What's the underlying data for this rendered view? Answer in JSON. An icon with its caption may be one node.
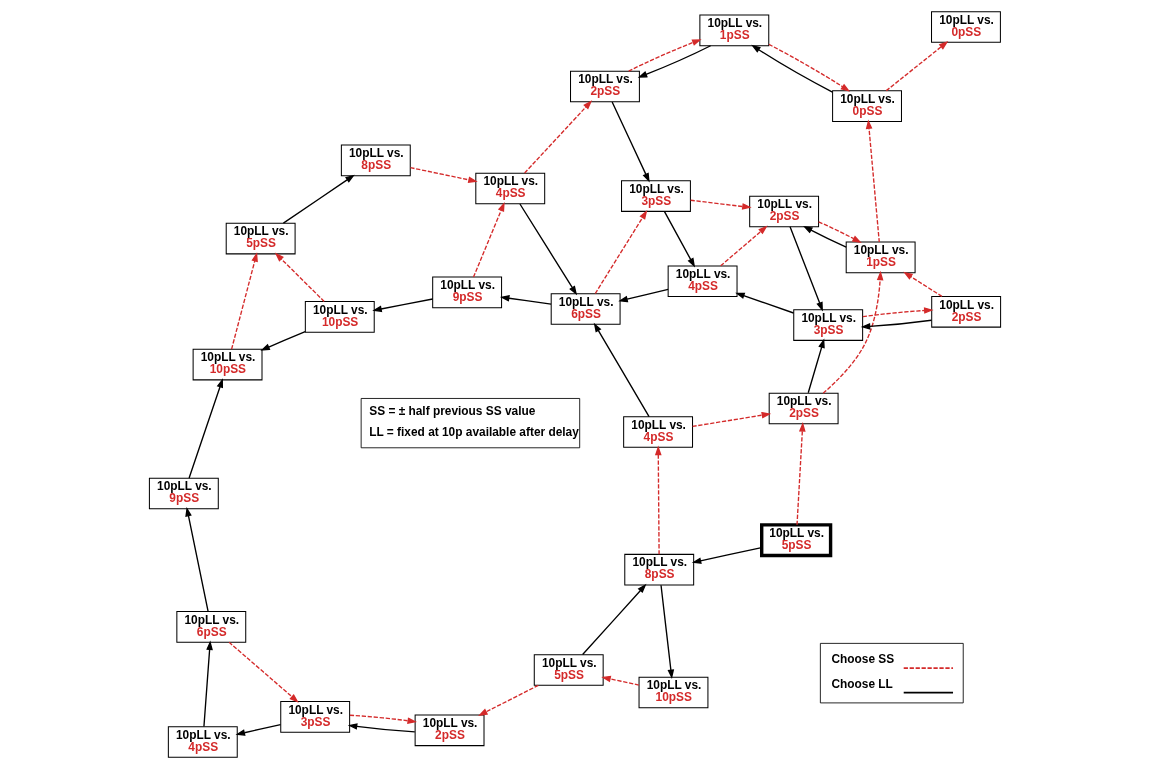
{
  "diagram": {
    "nodes": [
      {
        "text": [
          "10pLL vs.",
          "5pSS"
        ]
      },
      {
        "text": [
          "10pLL vs.",
          "8pSS"
        ]
      },
      {
        "text": [
          "10pLL vs.",
          "10pSS"
        ]
      },
      {
        "text": [
          "10pLL vs.",
          "5pSS"
        ]
      },
      {
        "text": [
          "10pLL vs.",
          "4pSS"
        ]
      },
      {
        "text": [
          "10pLL vs.",
          "2pSS"
        ]
      },
      {
        "text": [
          "10pLL vs.",
          "3pSS"
        ]
      },
      {
        "text": [
          "10pLL vs.",
          "4pSS"
        ]
      },
      {
        "text": [
          "10pLL vs.",
          "6pSS"
        ]
      },
      {
        "text": [
          "10pLL vs.",
          "9pSS"
        ]
      },
      {
        "text": [
          "10pLL vs.",
          "10pSS"
        ]
      },
      {
        "text": [
          "10pLL vs.",
          "10pSS"
        ]
      },
      {
        "text": [
          "10pLL vs.",
          "9pSS"
        ]
      },
      {
        "text": [
          "10pLL vs.",
          "6pSS"
        ]
      },
      {
        "text": [
          "10pLL vs.",
          "4pSS"
        ]
      },
      {
        "text": [
          "10pLL vs.",
          "3pSS"
        ]
      },
      {
        "text": [
          "10pLL vs.",
          "2pSS"
        ]
      },
      {
        "text": [
          "10pLL vs.",
          "5pSS"
        ]
      },
      {
        "text": [
          "10pLL vs.",
          "4pSS"
        ]
      },
      {
        "text": [
          "10pLL vs.",
          "3pSS"
        ]
      },
      {
        "text": [
          "10pLL vs.",
          "2pSS"
        ]
      },
      {
        "text": [
          "10pLL vs.",
          "2pSS"
        ]
      },
      {
        "text": [
          "10pLL vs.",
          "1pSS"
        ]
      },
      {
        "text": [
          "10pLL vs.",
          "8pSS"
        ]
      },
      {
        "text": [
          "10pLL vs.",
          "2pSS"
        ]
      },
      {
        "text": [
          "10pLL vs.",
          "0pSS"
        ]
      },
      {
        "text": [
          "10pLL vs.",
          "1pSS"
        ]
      },
      {
        "text": [
          "10pLL vs.",
          "0pSS"
        ]
      }
    ],
    "edges": [
      {
        "from": 0,
        "to": 1,
        "arrow": "to"
      },
      {
        "from": 0,
        "to": 16,
        "arrow": "to",
        "style": "dashed",
        "color": "#d42a2a"
      },
      {
        "from": 1,
        "to": 2,
        "arrow": "to"
      },
      {
        "from": 1,
        "to": 4,
        "arrow": "to",
        "style": "dashed",
        "color": "#d42a2a"
      },
      {
        "from": 2,
        "to": 3,
        "arrow": "to",
        "style": "dashed",
        "color": "#d42a2a"
      },
      {
        "from": 3,
        "to": 1,
        "arrow": "to"
      },
      {
        "from": 3,
        "to": 5,
        "arrow": "to",
        "style": "dashed",
        "color": "#d42a2a"
      },
      {
        "from": 4,
        "to": 13,
        "arrow": "to"
      },
      {
        "from": 4,
        "to": 16,
        "arrow": "to",
        "style": "dashed",
        "color": "#d42a2a"
      },
      {
        "from": 5,
        "to": 6,
        "arrow": "to"
      },
      {
        "from": 6,
        "to": 5,
        "arrow": "to",
        "style": "dashed",
        "color": "#d42a2a"
      },
      {
        "from": 6,
        "to": 7,
        "arrow": "to"
      },
      {
        "from": 7,
        "to": 8,
        "arrow": "to"
      },
      {
        "from": 8,
        "to": 6,
        "arrow": "to",
        "style": "dashed",
        "color": "#d42a2a"
      },
      {
        "from": 8,
        "to": 9,
        "arrow": "to"
      },
      {
        "from": 9,
        "to": 10,
        "arrow": "to"
      },
      {
        "from": 10,
        "to": 17,
        "arrow": "to",
        "style": "dashed",
        "color": "#d42a2a"
      },
      {
        "from": 11,
        "to": 10,
        "arrow": "to"
      },
      {
        "from": 11,
        "to": 17,
        "arrow": "to",
        "style": "dashed",
        "color": "#d42a2a"
      },
      {
        "from": 12,
        "to": 11,
        "arrow": "to"
      },
      {
        "from": 12,
        "to": 18,
        "arrow": "to",
        "style": "dashed",
        "color": "#d42a2a"
      },
      {
        "from": 13,
        "to": 12,
        "arrow": "to"
      },
      {
        "from": 13,
        "to": 19,
        "arrow": "to",
        "style": "dashed",
        "color": "#d42a2a"
      },
      {
        "from": 14,
        "to": 13,
        "arrow": "to"
      },
      {
        "from": 14,
        "to": 20,
        "arrow": "to",
        "style": "dashed",
        "color": "#d42a2a"
      },
      {
        "from": 15,
        "to": 14,
        "arrow": "to"
      },
      {
        "from": 15,
        "to": 21,
        "arrow": "to",
        "style": "dashed",
        "color": "#d42a2a"
      },
      {
        "from": 16,
        "to": 15,
        "arrow": "to"
      },
      {
        "from": 16,
        "to": 22,
        "arrow": "to",
        "style": "dashed",
        "color": "#d42a2a"
      },
      {
        "from": 17,
        "to": 23,
        "arrow": "to"
      },
      {
        "from": 23,
        "to": 18,
        "arrow": "to",
        "style": "dashed",
        "color": "#d42a2a"
      },
      {
        "from": 18,
        "to": 13,
        "arrow": "to"
      },
      {
        "from": 18,
        "to": 24,
        "arrow": "to",
        "style": "dashed",
        "color": "#d42a2a"
      },
      {
        "from": 19,
        "to": 14,
        "arrow": "to"
      },
      {
        "from": 19,
        "to": 20,
        "arrow": "to",
        "style": "dashed",
        "color": "#d42a2a"
      },
      {
        "from": 20,
        "to": 15,
        "arrow": "to"
      },
      {
        "from": 20,
        "to": 22,
        "arrow": "to",
        "style": "dashed",
        "color": "#d42a2a"
      },
      {
        "from": 21,
        "to": 15,
        "arrow": "to"
      },
      {
        "from": 21,
        "to": 22,
        "arrow": "to",
        "style": "dashed",
        "color": "#d42a2a"
      },
      {
        "from": 22,
        "to": 20,
        "arrow": "to"
      },
      {
        "from": 22,
        "to": 25,
        "arrow": "to",
        "style": "dashed",
        "color": "#d42a2a"
      },
      {
        "from": 25,
        "to": 26,
        "arrow": "to"
      },
      {
        "from": 26,
        "to": 25,
        "arrow": "to",
        "style": "dashed",
        "color": "#d42a2a"
      },
      {
        "from": 25,
        "to": 27,
        "arrow": "to",
        "style": "dashed",
        "color": "#d42a2a"
      },
      {
        "from": 26,
        "to": 24,
        "arrow": "to"
      },
      {
        "from": 24,
        "to": 26,
        "arrow": "to",
        "style": "dashed",
        "color": "#d42a2a"
      },
      {
        "from": 24,
        "to": 19,
        "arrow": "to"
      }
    ],
    "labels": [
      "SS = ± half previous SS value",
      "LL = fixed at 10p available after delay"
    ],
    "legend": [
      {
        "text": "Choose SS"
      },
      {
        "text": "Choose LL"
      }
    ]
  }
}
